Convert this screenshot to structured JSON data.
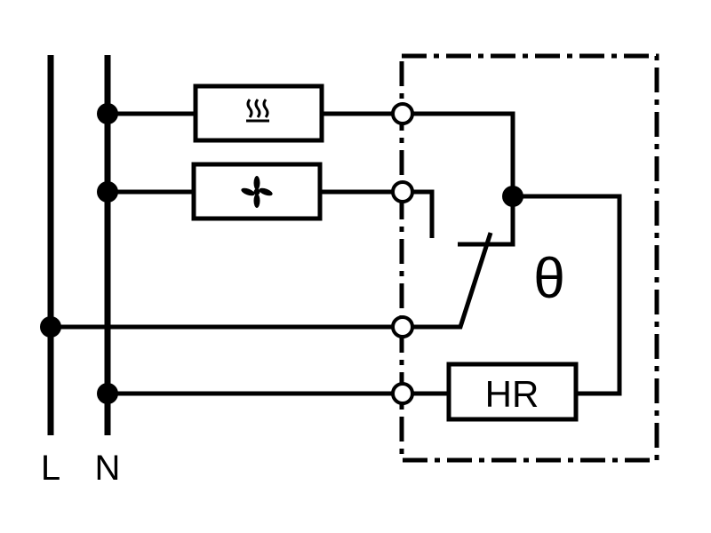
{
  "diagram": {
    "bus_labels": {
      "l": "L",
      "n": "N"
    },
    "heater_resistor_label": "HR",
    "thermostat_symbol": "θ",
    "heater_symbol_icon": "heating-element-icon",
    "fan_symbol_icon": "fan-icon",
    "line_color": "#000000",
    "background": "#ffffff"
  }
}
